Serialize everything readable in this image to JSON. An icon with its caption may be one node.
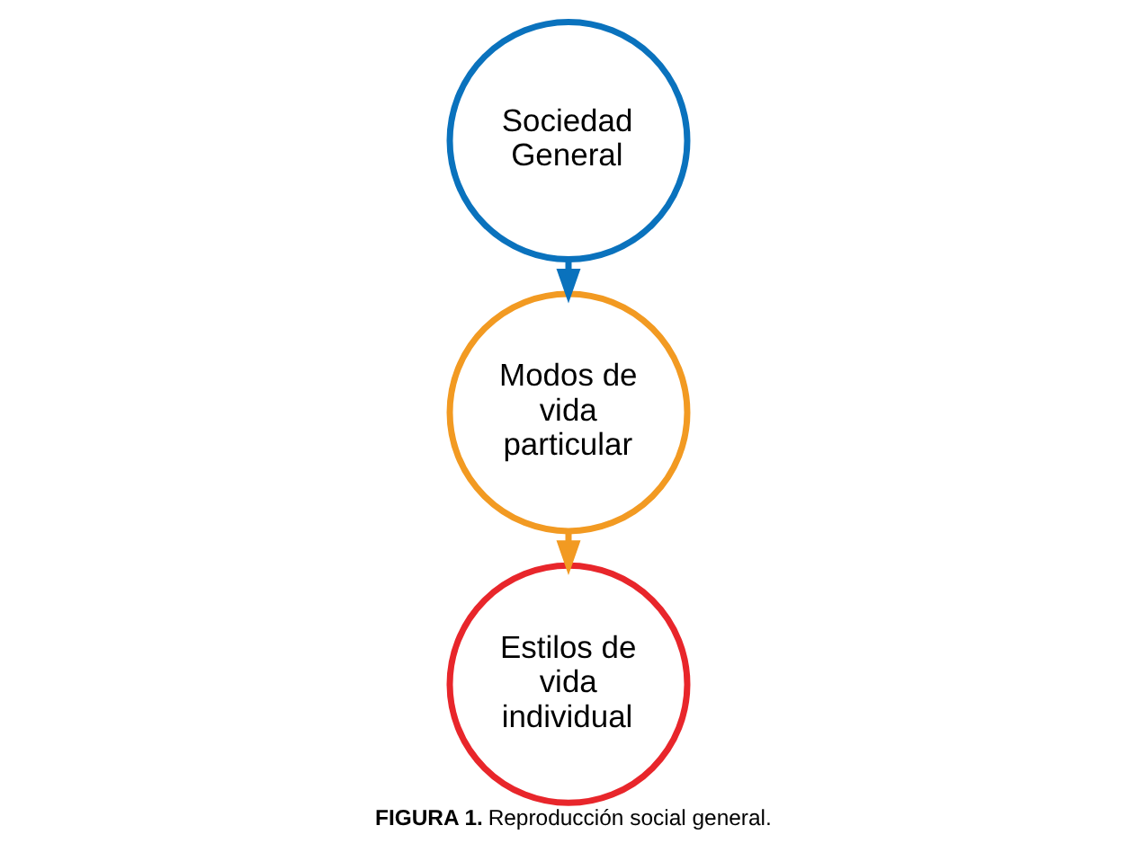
{
  "diagram": {
    "caption": "**FIGURA 1.** Reproducción social general.",
    "nodes": [
      {
        "text": [
          "Sociedad General"
        ]
      },
      {
        "text": [
          "Modos de vida particular"
        ]
      },
      {
        "text": [
          "Estilos de vida individual"
        ]
      }
    ],
    "edges": [
      {
        "from": 0,
        "to": 1,
        "arrow": "to",
        "color": "#0a72bd"
      },
      {
        "from": 1,
        "to": 2,
        "arrow": "to",
        "color": "#f29a22"
      }
    ]
  }
}
